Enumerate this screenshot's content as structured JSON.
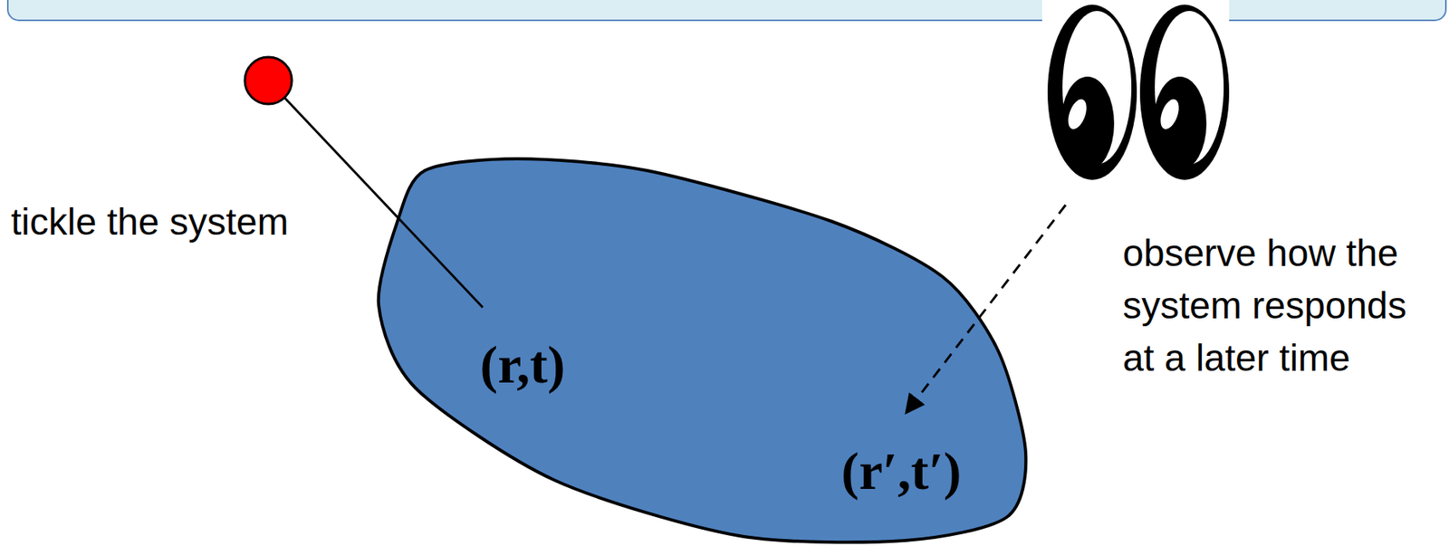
{
  "diagram": {
    "nodes": [
      {
        "text": [
          "(r,t)",
          "(r′,t′)"
        ]
      }
    ],
    "labels": [
      "tickle the system",
      "observe how the system responds at a later time"
    ]
  }
}
